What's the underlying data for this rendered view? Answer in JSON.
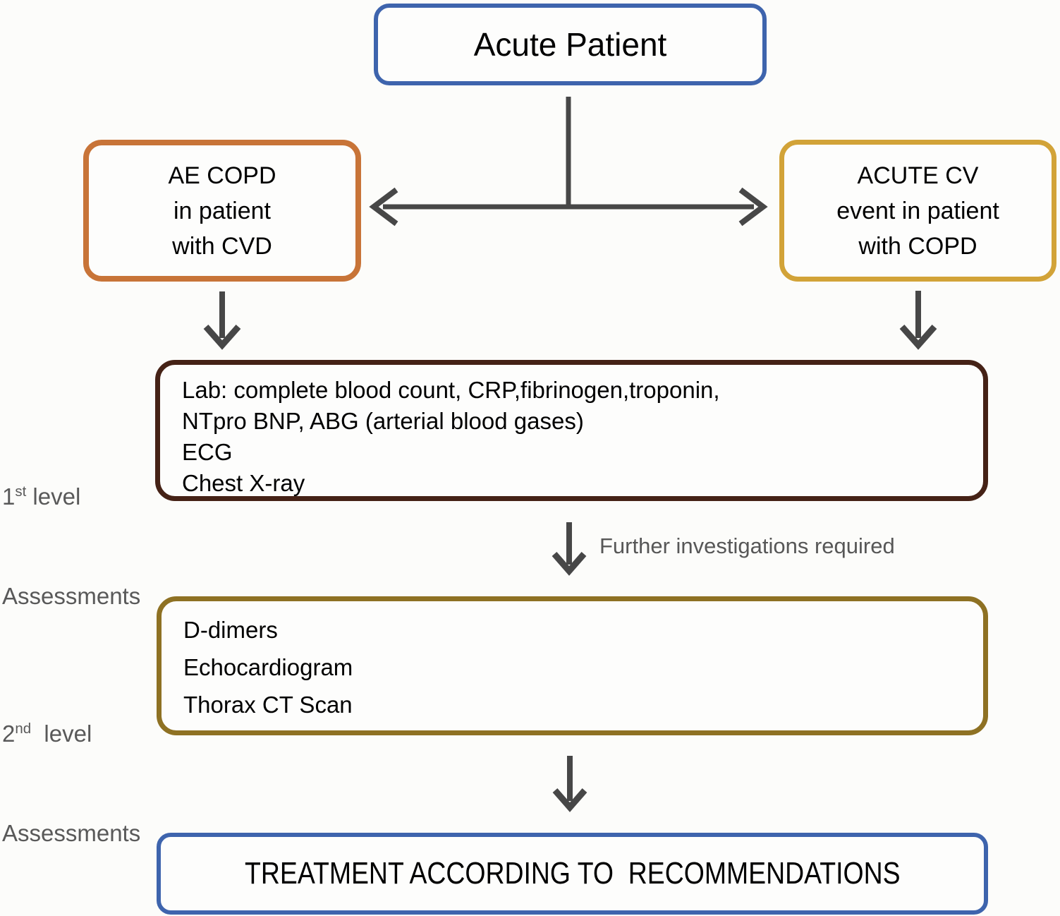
{
  "boxes": {
    "acute_patient": {
      "label": "Acute Patient",
      "border_color": "#3e64ad"
    },
    "ae_copd": {
      "lines": [
        "AE COPD",
        "in patient",
        "with CVD"
      ],
      "border_color": "#c87438"
    },
    "acute_cv": {
      "lines": [
        "ACUTE CV",
        "event in patient",
        "with COPD"
      ],
      "border_color": "#d2a338"
    },
    "level1": {
      "lines": [
        "Lab: complete blood count, CRP,fibrinogen,troponin,",
        "NTpro BNP, ABG (arterial blood gases)",
        "ECG",
        "Chest X-ray"
      ],
      "border_color": "#452216"
    },
    "level2": {
      "lines": [
        "D-dimers",
        "Echocardiogram",
        "Thorax CT Scan"
      ],
      "border_color": "#8e7123"
    },
    "treatment": {
      "label": "TREATMENT ACCORDING TO  RECOMMENDATIONS",
      "border_color": "#3e64ad"
    }
  },
  "labels": {
    "level1": {
      "number": "1",
      "ordinal": "st",
      "suffix": " level",
      "line2": "Assessments"
    },
    "level2": {
      "number": "2",
      "ordinal": "nd",
      "suffix": "  level",
      "line2": "Assessments"
    },
    "further_investigations": "Further investigations required"
  },
  "colors": {
    "arrow": "#474747",
    "label_text": "#595959",
    "box_text": "#000000",
    "blue": "#3e64ad",
    "orange": "#c87438",
    "gold": "#d2a338",
    "dark_brown": "#452216",
    "olive": "#8e7123",
    "background": "#fcfcfa"
  }
}
